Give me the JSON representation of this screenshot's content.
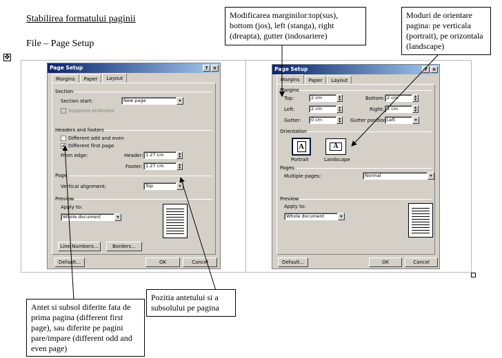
{
  "document": {
    "title": "Stabilirea formatului paginii",
    "menu_path": "File – Page Setup",
    "table_handle": "✥"
  },
  "callouts": {
    "margins": "Modificarea marginilor:top(sus), bottom (jos), left (stanga), right (dreapta), gutter (indosariere)",
    "orientation": "Moduri de orientare pagina: pe verticala (portrait), pe orizontala (landscape)",
    "header_footer_diff": "Antet si subsol diferite fata de prima pagina (different first page), sau diferite pe pagini pare/impare (different odd and even page)",
    "header_position": "Pozitia antetului si a subsolului pe pagina"
  },
  "dialog_left": {
    "title": "Page Setup",
    "help_btn": "?",
    "close_btn": "×",
    "tabs": [
      "Margins",
      "Paper",
      "Layout"
    ],
    "active_tab": "Layout",
    "section_group": "Section",
    "section_start_label": "Section start:",
    "section_start_value": "New page",
    "suppress_endnotes": "Suppress endnotes",
    "headers_group": "Headers and footers",
    "odd_even": "Different odd and even",
    "first_page": "Different first page",
    "first_page_checked": "✔",
    "from_edge": "From edge:",
    "header_label": "Header:",
    "header_value": "1.27 cm",
    "footer_label": "Footer:",
    "footer_value": "1.27 cm",
    "page_group": "Page",
    "vertical_alignment_label": "Vertical alignment:",
    "vertical_alignment_value": "Top",
    "preview_group": "Preview",
    "apply_to_label": "Apply to:",
    "apply_to_value": "Whole document",
    "line_numbers_btn": "Line Numbers...",
    "borders_btn": "Borders...",
    "default_btn": "Default...",
    "ok_btn": "OK",
    "cancel_btn": "Cancel"
  },
  "dialog_right": {
    "title": "Page Setup",
    "help_btn": "?",
    "close_btn": "×",
    "tabs": [
      "Margins",
      "Paper",
      "Layout"
    ],
    "active_tab": "Margins",
    "margins_group": "Margins",
    "top_label": "Top:",
    "top_value": "2 cm",
    "bottom_label": "Bottom:",
    "bottom_value": "2 cm",
    "left_label": "Left:",
    "left_value": "2 cm",
    "right_label": "Right:",
    "right_value": "2 cm",
    "gutter_label": "Gutter:",
    "gutter_value": "0 cm",
    "gutter_position_label": "Gutter position:",
    "gutter_position_value": "Left",
    "orientation_group": "Orientation",
    "portrait": "Portrait",
    "landscape": "Landscape",
    "orient_glyph": "A",
    "pages_group": "Pages",
    "multiple_pages_label": "Multiple pages:",
    "multiple_pages_value": "Normal",
    "preview_group": "Preview",
    "apply_to_label": "Apply to:",
    "apply_to_value": "Whole document",
    "default_btn": "Default...",
    "ok_btn": "OK",
    "cancel_btn": "Cancel"
  },
  "glyphs": {
    "up": "▲",
    "down": "▼",
    "dropdown": "▾"
  }
}
